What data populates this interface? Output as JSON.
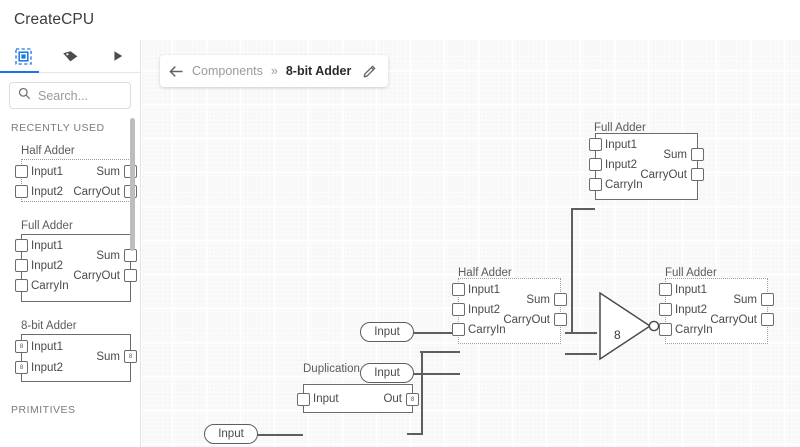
{
  "app": {
    "title": "CreateCPU"
  },
  "sidebar": {
    "tabs": [
      {
        "name": "components-tab",
        "icon": "chip-icon",
        "active": true
      },
      {
        "name": "tags-tab",
        "icon": "tag-icon",
        "active": false
      },
      {
        "name": "run-tab",
        "icon": "play-icon",
        "active": false
      }
    ],
    "search": {
      "placeholder": "Search...",
      "value": "",
      "icon": "search-icon"
    },
    "sections": [
      {
        "label": "RECENTLY USED"
      },
      {
        "label": "PRIMITIVES"
      }
    ],
    "components": [
      {
        "title": "Half Adder",
        "inputs": [
          "Input1",
          "Input2"
        ],
        "outputs": [
          "Sum",
          "CarryOut"
        ],
        "bus": false
      },
      {
        "title": "Full Adder",
        "inputs": [
          "Input1",
          "Input2",
          "CarryIn"
        ],
        "outputs": [
          "Sum",
          "CarryOut"
        ],
        "bus": false
      },
      {
        "title": "8-bit Adder",
        "inputs": [
          "Input1",
          "Input2"
        ],
        "outputs": [
          "Sum"
        ],
        "bus": true,
        "bus_width": "8"
      }
    ]
  },
  "breadcrumb": {
    "back_icon": "arrow-left-icon",
    "root": "Components",
    "separator": "»",
    "current": "8-bit Adder",
    "edit_icon": "pencil-icon"
  },
  "canvas": {
    "nodes": [
      {
        "id": "full-adder-top",
        "title": "Full Adder",
        "inputs": [
          "Input1",
          "Input2",
          "CarryIn"
        ],
        "outputs": [
          "Sum",
          "CarryOut"
        ]
      },
      {
        "id": "half-adder-mid",
        "title": "Half Adder",
        "inputs": [
          "Input1",
          "Input2",
          "CarryIn"
        ],
        "outputs": [
          "Sum",
          "CarryOut"
        ]
      },
      {
        "id": "full-adder-right",
        "title": "Full Adder",
        "inputs": [
          "Input1",
          "Input2",
          "CarryIn"
        ],
        "outputs": [
          "Sum",
          "CarryOut"
        ]
      },
      {
        "id": "duplication",
        "title": "Duplication",
        "inputs": [
          "Input"
        ],
        "outputs": [
          "Out"
        ],
        "out_bus_width": "8"
      }
    ],
    "input_pills": [
      {
        "id": "input-pill-1",
        "label": "Input"
      },
      {
        "id": "input-pill-2",
        "label": "Input"
      },
      {
        "id": "input-pill-3",
        "label": "Input"
      }
    ],
    "not_gate": {
      "id": "not-gate",
      "label": "8"
    }
  },
  "colors": {
    "accent": "#1a73e8",
    "wire": "#5e5e5e",
    "outline": "#6b6b6b",
    "canvas_bg": "#f7f7f7",
    "text": "#4a4a4a"
  }
}
